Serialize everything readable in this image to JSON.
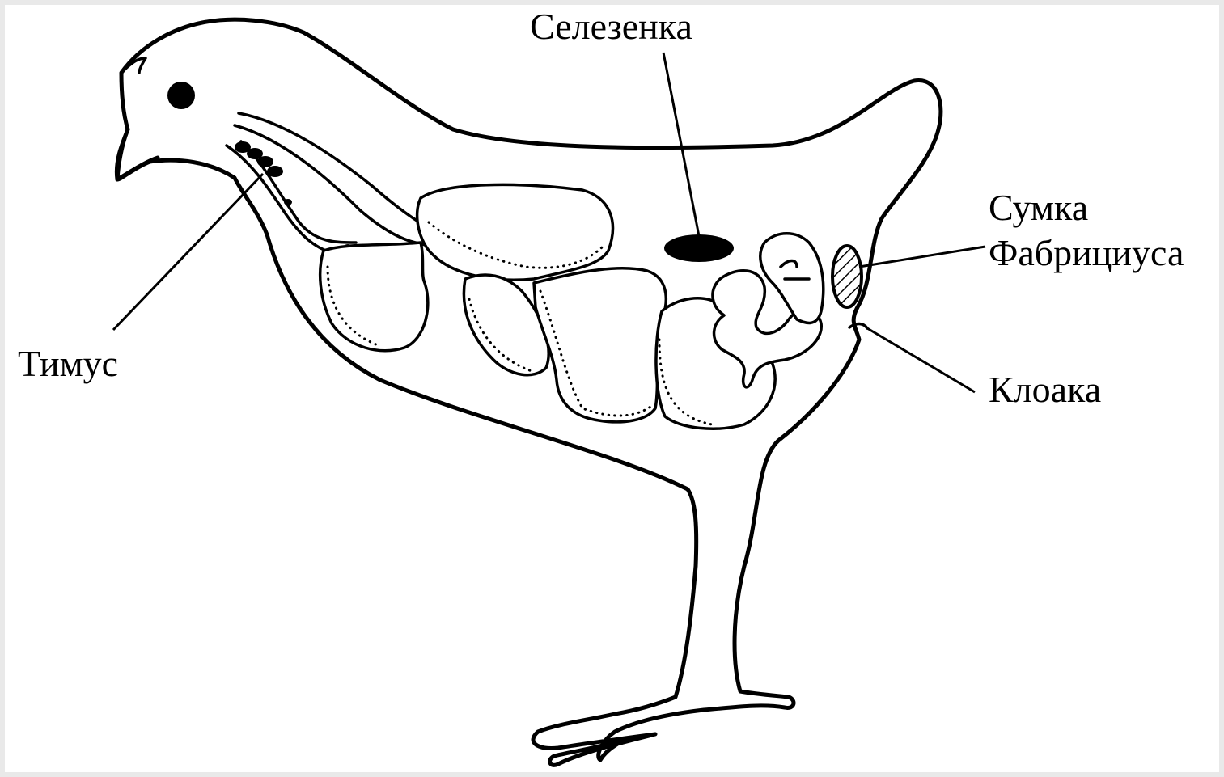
{
  "labels": {
    "spleen": "Селезенка",
    "bursa_line1": "Сумка",
    "bursa_line2": "Фабрициуса",
    "thymus": "Тимус",
    "cloaca": "Клоака"
  },
  "colors": {
    "ink": "#000000",
    "paper": "#ffffff",
    "border": "#e9e9e9"
  }
}
